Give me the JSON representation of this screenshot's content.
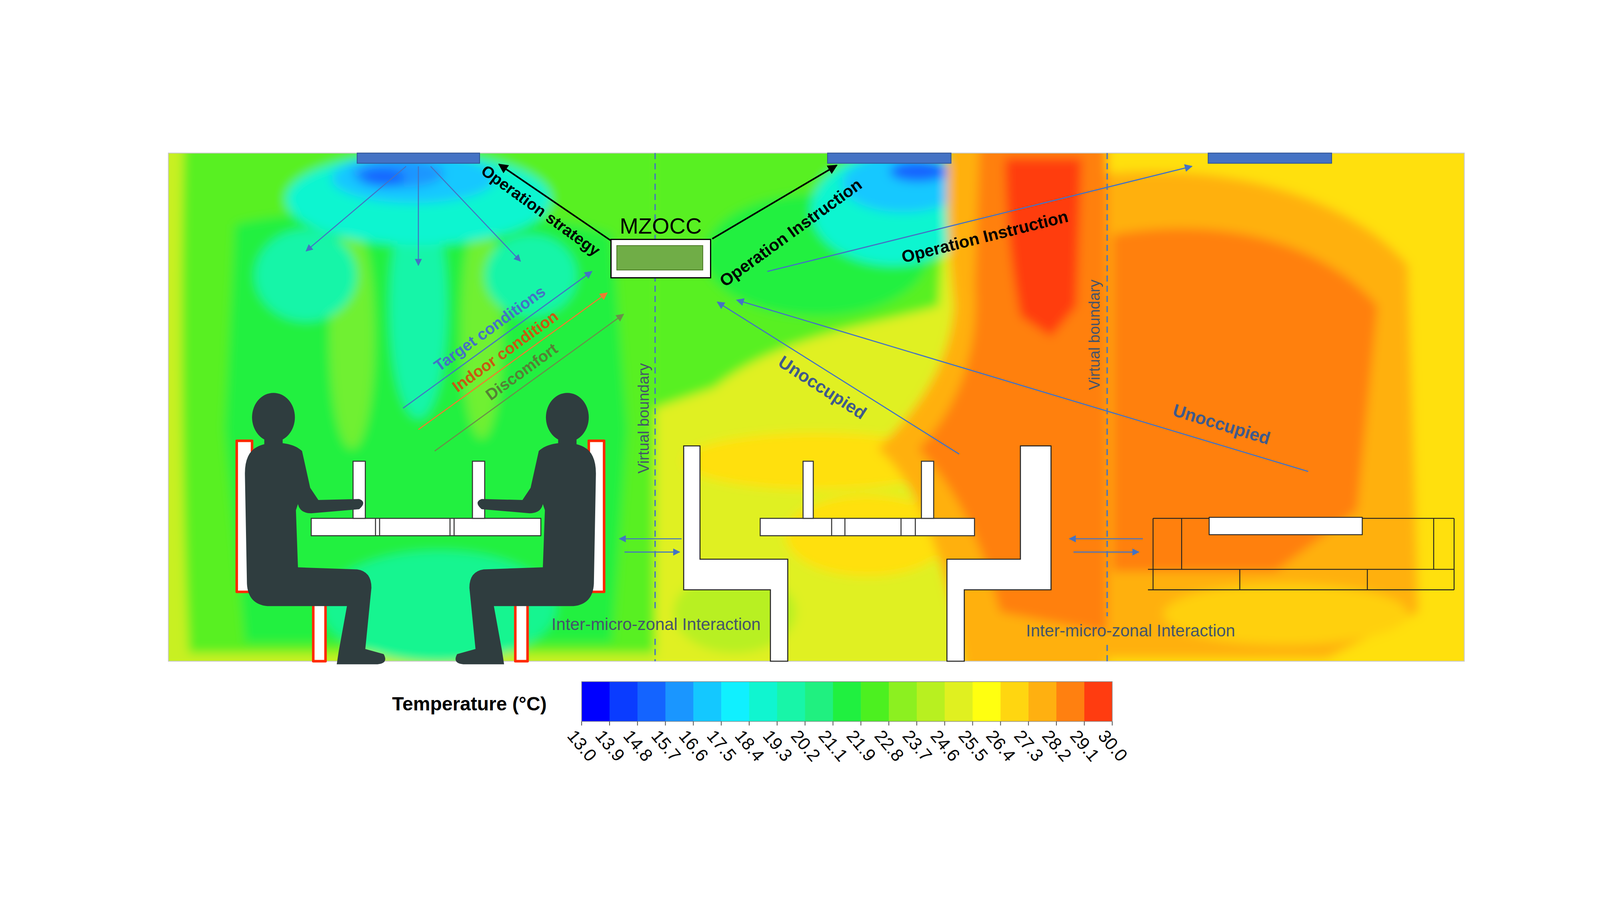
{
  "diagram": {
    "nodes": [
      {
        "text": [
          "MZOCC"
        ]
      }
    ],
    "labels": [
      "Operation strategy",
      "Operation Instruction",
      "Operation Instruction",
      "Target conditions",
      "Indoor condition",
      "Discomfort",
      "Unoccupied",
      "Unoccupied",
      "Virtual boundary",
      "Virtual boundary",
      "Inter-micro-zonal Interaction",
      "Inter-micro-zonal Interaction",
      "Temperature (°C)",
      "13.0",
      "13.9",
      "14.8",
      "15.7",
      "16.6",
      "17.5",
      "18.4",
      "19.3",
      "20.2",
      "21.1",
      "21.9",
      "22.8",
      "23.7",
      "24.6",
      "25.5",
      "26.4",
      "27.3",
      "28.2",
      "29.1",
      "30.0"
    ]
  }
}
